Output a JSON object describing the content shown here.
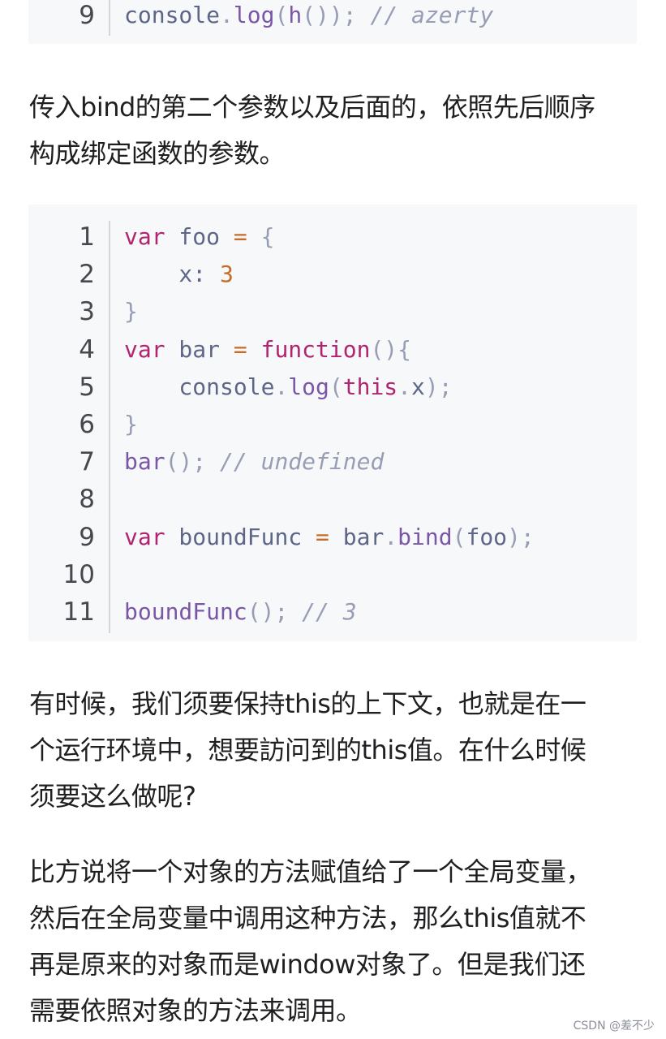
{
  "code_top": {
    "rows": [
      {
        "ln": "9",
        "tokens": [
          {
            "c": "pl",
            "t": "console"
          },
          {
            "c": "pun",
            "t": "."
          },
          {
            "c": "fn",
            "t": "log"
          },
          {
            "c": "pun",
            "t": "("
          },
          {
            "c": "fn",
            "t": "h"
          },
          {
            "c": "pun",
            "t": "());"
          },
          {
            "c": "cm",
            "t": " // azerty"
          }
        ]
      }
    ]
  },
  "paragraph1": {
    "lines": [
      "传入bind的第二个参数以及后面的，依照先后顺序",
      "构成绑定函数的参数。"
    ]
  },
  "code_main": {
    "rows": [
      {
        "ln": "1",
        "tokens": [
          {
            "c": "kw",
            "t": "var"
          },
          {
            "c": "pl",
            "t": " foo "
          },
          {
            "c": "op",
            "t": "="
          },
          {
            "c": "pun",
            "t": " {"
          }
        ]
      },
      {
        "ln": "2",
        "tokens": [
          {
            "c": "pl",
            "t": "    x: "
          },
          {
            "c": "num",
            "t": "3"
          }
        ]
      },
      {
        "ln": "3",
        "tokens": [
          {
            "c": "pun",
            "t": "}"
          }
        ]
      },
      {
        "ln": "4",
        "tokens": [
          {
            "c": "kw",
            "t": "var"
          },
          {
            "c": "pl",
            "t": " bar "
          },
          {
            "c": "op",
            "t": "="
          },
          {
            "c": "kw",
            "t": " function"
          },
          {
            "c": "pun",
            "t": "(){"
          }
        ]
      },
      {
        "ln": "5",
        "tokens": [
          {
            "c": "pl",
            "t": "    console"
          },
          {
            "c": "pun",
            "t": "."
          },
          {
            "c": "fn",
            "t": "log"
          },
          {
            "c": "pun",
            "t": "("
          },
          {
            "c": "kw",
            "t": "this"
          },
          {
            "c": "pun",
            "t": "."
          },
          {
            "c": "pl",
            "t": "x"
          },
          {
            "c": "pun",
            "t": ");"
          }
        ]
      },
      {
        "ln": "6",
        "tokens": [
          {
            "c": "pun",
            "t": "}"
          }
        ]
      },
      {
        "ln": "7",
        "tokens": [
          {
            "c": "fn",
            "t": "bar"
          },
          {
            "c": "pun",
            "t": "();"
          },
          {
            "c": "cm",
            "t": " // undefined"
          }
        ]
      },
      {
        "ln": "8",
        "tokens": []
      },
      {
        "ln": "9",
        "tokens": [
          {
            "c": "kw",
            "t": "var"
          },
          {
            "c": "pl",
            "t": " boundFunc "
          },
          {
            "c": "op",
            "t": "="
          },
          {
            "c": "pl",
            "t": " bar"
          },
          {
            "c": "pun",
            "t": "."
          },
          {
            "c": "fn",
            "t": "bind"
          },
          {
            "c": "pun",
            "t": "("
          },
          {
            "c": "pl",
            "t": "foo"
          },
          {
            "c": "pun",
            "t": ");"
          }
        ]
      },
      {
        "ln": "10",
        "tokens": []
      },
      {
        "ln": "11",
        "tokens": [
          {
            "c": "fn",
            "t": "boundFunc"
          },
          {
            "c": "pun",
            "t": "();"
          },
          {
            "c": "cm",
            "t": " // 3"
          }
        ]
      }
    ]
  },
  "paragraph2": {
    "lines": [
      "有时候，我们须要保持this的上下文，也就是在一",
      "个运行环境中，想要訪问到的this值。在什么时候",
      "须要这么做呢?"
    ]
  },
  "paragraph3": {
    "lines": [
      "比方说将一个对象的方法赋值给了一个全局变量，",
      "然后在全局变量中调用这种方法，那么this值就不",
      "再是原来的对象而是window对象了。但是我们还",
      "需要依照对象的方法来调用。"
    ]
  },
  "watermark": "CSDN @差不少"
}
